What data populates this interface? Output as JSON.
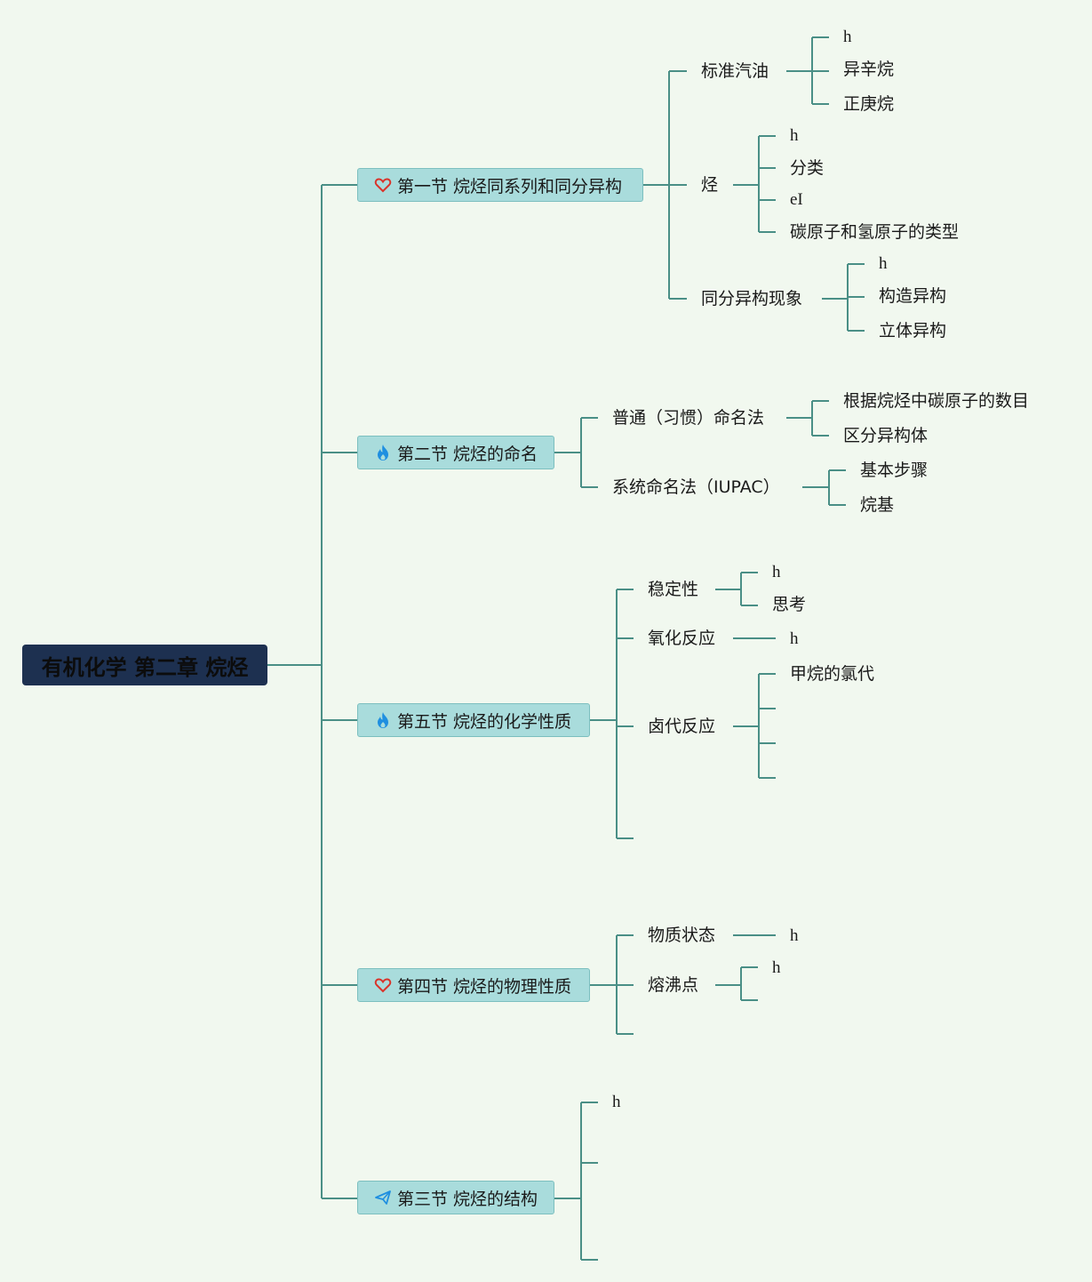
{
  "root": {
    "title": "有机化学 第二章 烷烃"
  },
  "sections": {
    "s1": {
      "label": "第一节 烷烃同系列和同分异构",
      "icon": "heart-icon"
    },
    "s2": {
      "label": "第二节 烷烃的命名",
      "icon": "flame-icon"
    },
    "s5": {
      "label": "第五节 烷烃的化学性质",
      "icon": "flame-icon"
    },
    "s4": {
      "label": "第四节 烷烃的物理性质",
      "icon": "heart-icon"
    },
    "s3": {
      "label": "第三节 烷烃的结构",
      "icon": "paper-plane-icon"
    }
  },
  "s1": {
    "gasoline": {
      "label": "标准汽油",
      "children": [
        "h",
        "异辛烷",
        "正庚烷"
      ]
    },
    "hydrocarbon": {
      "label": "烃",
      "children": [
        "h",
        "分类",
        "eI",
        "碳原子和氢原子的类型"
      ]
    },
    "isomerism": {
      "label": "同分异构现象",
      "children": [
        "h",
        "构造异构",
        "立体异构"
      ]
    }
  },
  "s2": {
    "common": {
      "label": "普通（习惯）命名法",
      "children": [
        "根据烷烃中碳原子的数目",
        "区分异构体"
      ]
    },
    "iupac": {
      "label": "系统命名法（IUPAC）",
      "children": [
        "基本步骤",
        "烷基"
      ]
    }
  },
  "s5": {
    "stability": {
      "label": "稳定性",
      "children": [
        "h",
        "思考"
      ]
    },
    "oxidation": {
      "label": "氧化反应",
      "children": [
        "h"
      ]
    },
    "halogenation": {
      "label": "卤代反应",
      "children": [
        "甲烷的氯代"
      ]
    }
  },
  "s4": {
    "state": {
      "label": "物质状态",
      "children": [
        "h"
      ]
    },
    "melting": {
      "label": "熔沸点",
      "children": [
        "h"
      ]
    }
  },
  "s3": {
    "children": [
      "h"
    ]
  },
  "colors": {
    "background": "#f1f8ef",
    "line": "#4a8f86",
    "root_fill": "#1d3050",
    "section_fill": "#a9dcdc"
  }
}
